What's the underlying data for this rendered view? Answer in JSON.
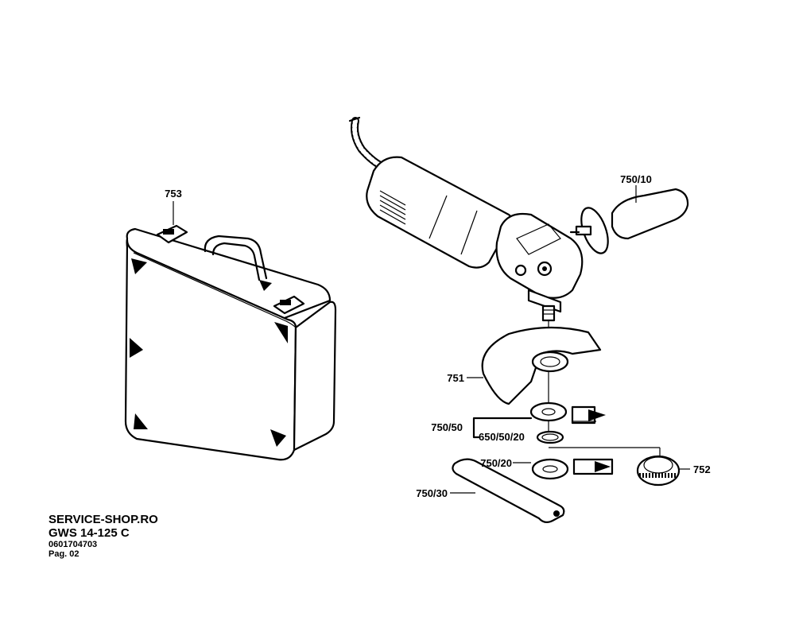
{
  "labels": {
    "case": "753",
    "aux_handle": "750/10",
    "guard": "751",
    "flange_group": "750/50",
    "o_ring": "650/50/20",
    "clamp_nut": "750/20",
    "quick_nut": "752",
    "pin_spanner": "750/30"
  },
  "footer": {
    "shop": "SERVICE-SHOP.RO",
    "model": "GWS 14-125 C",
    "part_number": "0601704703",
    "page": "Pag. 02"
  }
}
